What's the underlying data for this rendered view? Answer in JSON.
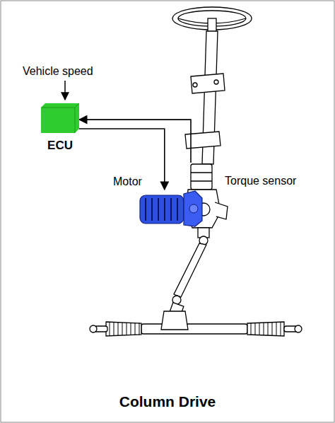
{
  "diagram": {
    "caption": "Column Drive",
    "nodes": [
      {
        "text": [
          "ECU"
        ]
      },
      {
        "text": [
          "Motor"
        ]
      },
      {
        "text": [
          "Torque sensor"
        ]
      }
    ],
    "edges": [
      {
        "from": 2,
        "to": 0,
        "arrow": "to"
      },
      {
        "from": 0,
        "to": 1,
        "arrow": "to"
      }
    ],
    "labels": [
      "Vehicle speed"
    ]
  }
}
